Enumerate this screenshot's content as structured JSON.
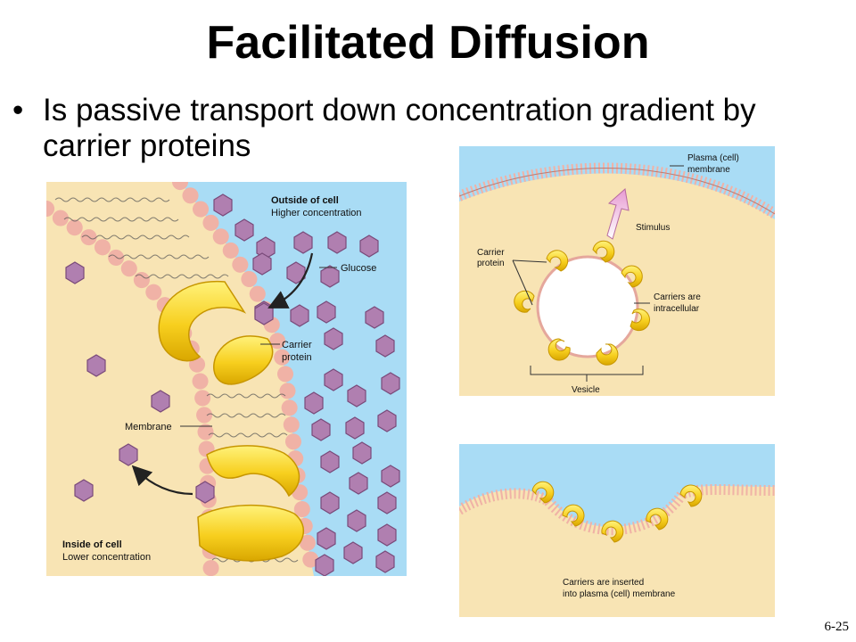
{
  "slide": {
    "title": "Facilitated Diffusion",
    "bullet": "Is passive transport down concentration gradient by carrier proteins",
    "slide_number": "6-25"
  },
  "left_figure": {
    "outside_title": "Outside of cell",
    "outside_sub": "Higher concentration",
    "glucose_label": "Glucose",
    "carrier_label_1": "Carrier",
    "carrier_label_2": "protein",
    "membrane_label": "Membrane",
    "inside_title": "Inside of cell",
    "inside_sub": "Lower concentration"
  },
  "top_right_figure": {
    "plasma_label_1": "Plasma (cell)",
    "plasma_label_2": "membrane",
    "stimulus_label": "Stimulus",
    "carrier_label_1": "Carrier",
    "carrier_label_2": "protein",
    "carriers_intra_1": "Carriers are",
    "carriers_intra_2": "intracellular",
    "vesicle_label": "Vesicle"
  },
  "bottom_right_figure": {
    "caption_1": "Carriers are inserted",
    "caption_2": "into plasma (cell) membrane"
  },
  "colors": {
    "extracellular": "#a9dcf5",
    "cytoplasm": "#f8e4b4",
    "phospholipid_head": "#f0b2a6",
    "carrier": "#f7cf1e",
    "glucose": "#b07fb0"
  }
}
